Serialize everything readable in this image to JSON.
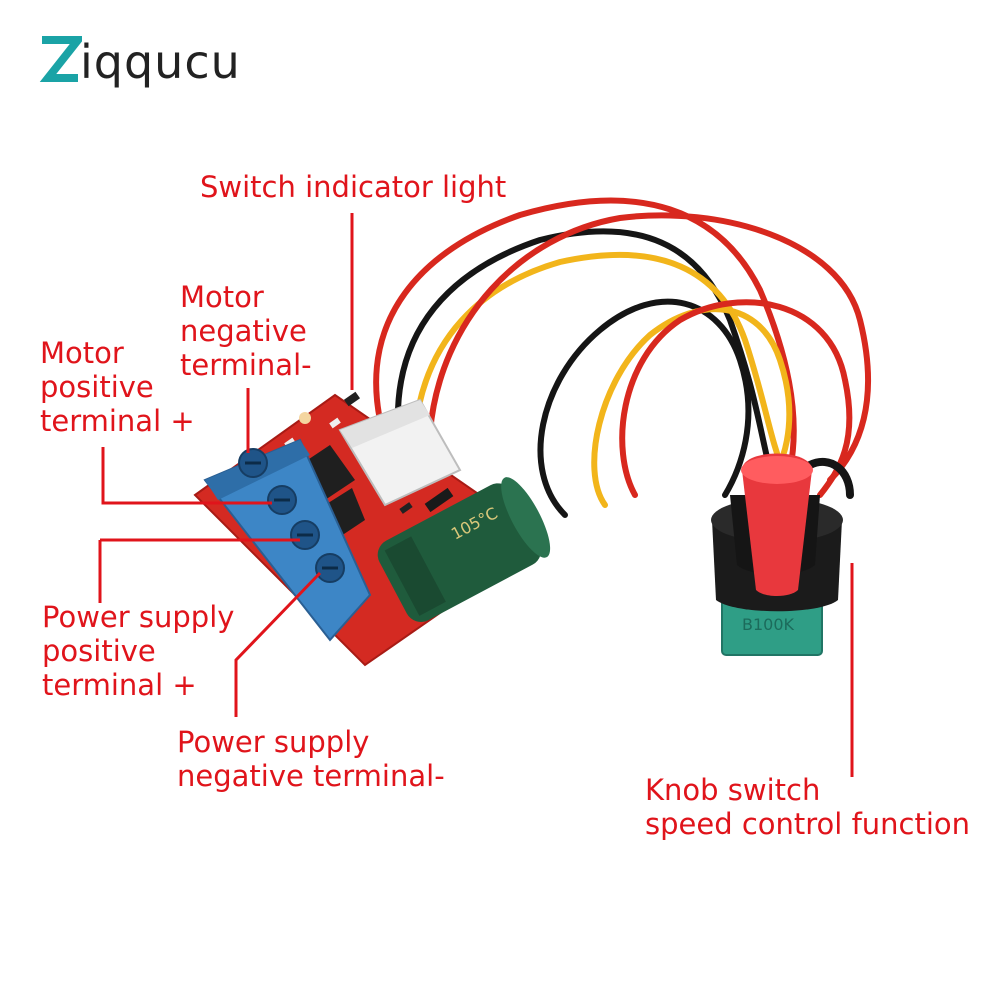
{
  "brand": {
    "logo_letter": "Z",
    "name_rest": "iqqucu"
  },
  "labels": {
    "switch_indicator": "Switch indicator light",
    "motor_negative": [
      "Motor",
      "negative",
      "terminal-"
    ],
    "motor_positive": [
      "Motor",
      "positive",
      "terminal +"
    ],
    "power_positive": [
      "Power supply",
      "positive",
      "terminal +"
    ],
    "power_negative": [
      "Power supply",
      "negative terminal-"
    ],
    "knob_switch": [
      "Knob switch",
      "speed control function"
    ]
  },
  "capacitor_marking": "105°C",
  "potentiometer_marking": "B100K",
  "colors": {
    "callout": "#e0141b",
    "pcb": "#d42a22",
    "terminal_block": "#3d86c6",
    "capacitor": "#1f5b3c",
    "knob_cap": "#e8383d",
    "knob_body": "#1b1b1b",
    "pot_body": "#2f9e86",
    "wire_red": "#d8281e",
    "wire_yellow": "#f2b51b",
    "wire_black": "#151515",
    "logo_teal": "#1aa3a6"
  }
}
